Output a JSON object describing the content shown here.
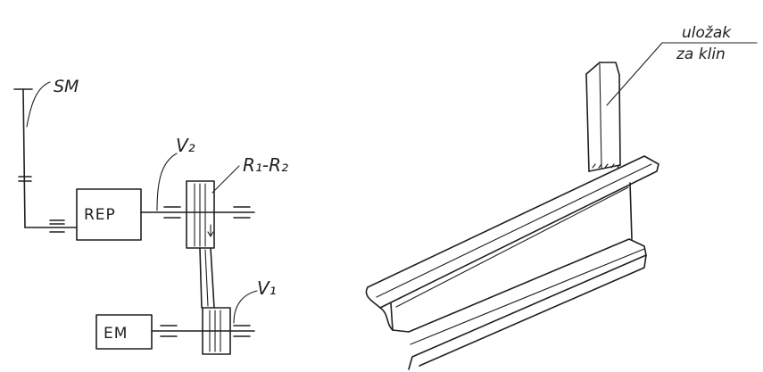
{
  "labels": {
    "sm": "SM",
    "v2": "V₂",
    "r1_r2": "R₁-R₂",
    "v1": "V₁",
    "rep": "REP",
    "em": "EM"
  },
  "annotation": {
    "line1": "uložak",
    "line2": "za klin"
  },
  "colors": {
    "ink": "#1f1f22",
    "paper": "#ffffff"
  }
}
